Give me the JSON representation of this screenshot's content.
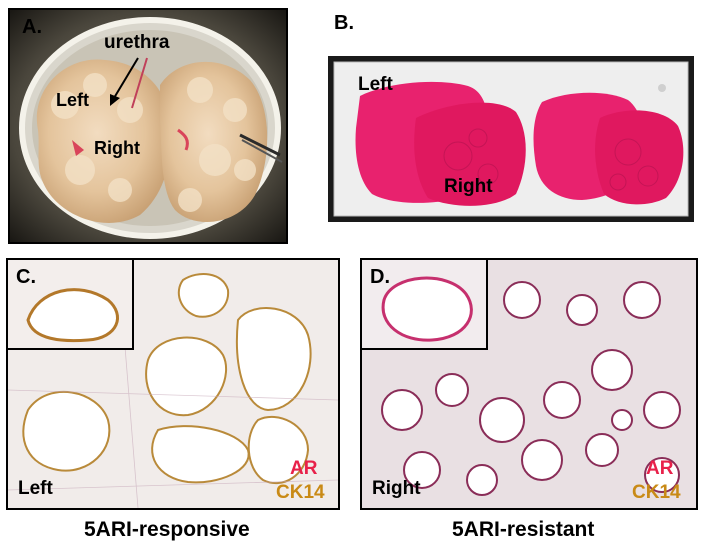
{
  "panel_a": {
    "letter": "A.",
    "urethra": "urethra",
    "left": "Left",
    "right": "Right"
  },
  "panel_b": {
    "letter": "B.",
    "left": "Left",
    "right": "Right"
  },
  "panel_c": {
    "letter": "C.",
    "side": "Left",
    "marker1": "AR",
    "marker2": "CK14",
    "caption": "5ARI-responsive"
  },
  "panel_d": {
    "letter": "D.",
    "side": "Right",
    "marker1": "AR",
    "marker2": "CK14",
    "caption": "5ARI-resistant"
  },
  "colors": {
    "ar_red": "#e8214a",
    "ck14_gold": "#c98a16",
    "stain_pink": "#e8226e"
  }
}
